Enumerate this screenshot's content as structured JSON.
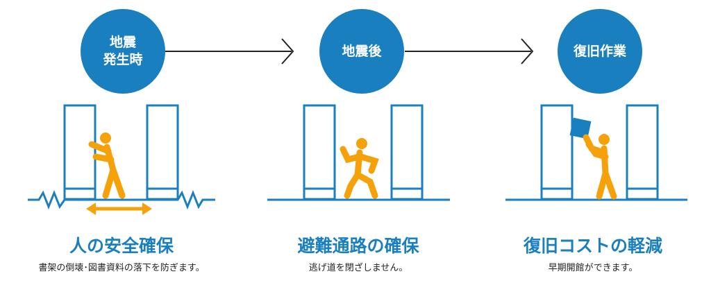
{
  "colors": {
    "blue": "#1a7fbf",
    "orange": "#f5a10a",
    "line": "#222222"
  },
  "stages": [
    {
      "label": "地震\n発生時",
      "title": "人の安全確保",
      "caption": "書架の倒壊･図書資料の落下を防ぎます。"
    },
    {
      "label": "地震後",
      "title": "避難通路の確保",
      "caption": "逃げ道を閉ざしません。"
    },
    {
      "label": "復旧作業",
      "title": "復旧コストの軽減",
      "caption": "早期開館ができます。"
    }
  ]
}
